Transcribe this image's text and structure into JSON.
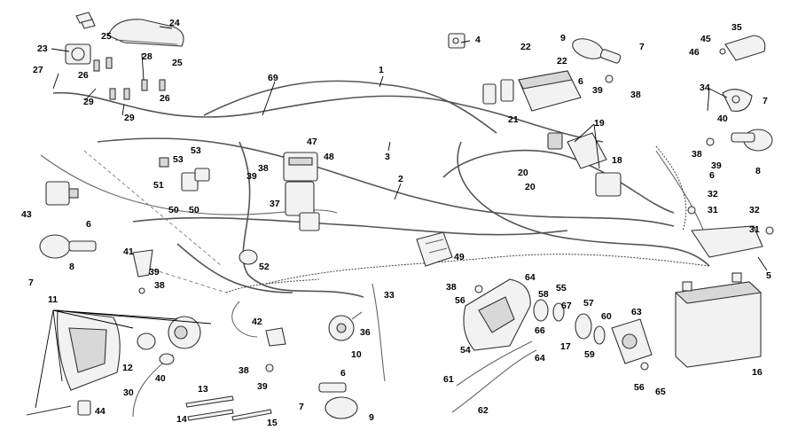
{
  "diagram": {
    "type": "exploded-parts-wiring-diagram",
    "colors": {
      "line": "#333333",
      "wire": "#555555",
      "background": "#ffffff"
    },
    "callouts": [
      {
        "id": "c1",
        "label": "1"
      },
      {
        "id": "c2",
        "label": "2"
      },
      {
        "id": "c3",
        "label": "3"
      },
      {
        "id": "c4",
        "label": "4"
      },
      {
        "id": "c5",
        "label": "5"
      },
      {
        "id": "c6a",
        "label": "6"
      },
      {
        "id": "c6b",
        "label": "6"
      },
      {
        "id": "c6c",
        "label": "6"
      },
      {
        "id": "c6d",
        "label": "6"
      },
      {
        "id": "c7a",
        "label": "7"
      },
      {
        "id": "c7b",
        "label": "7"
      },
      {
        "id": "c7c",
        "label": "7"
      },
      {
        "id": "c7d",
        "label": "7"
      },
      {
        "id": "c8a",
        "label": "8"
      },
      {
        "id": "c8b",
        "label": "8"
      },
      {
        "id": "c9a",
        "label": "9"
      },
      {
        "id": "c9b",
        "label": "9"
      },
      {
        "id": "c10",
        "label": "10"
      },
      {
        "id": "c11",
        "label": "11"
      },
      {
        "id": "c12",
        "label": "12"
      },
      {
        "id": "c13",
        "label": "13"
      },
      {
        "id": "c14",
        "label": "14"
      },
      {
        "id": "c15",
        "label": "15"
      },
      {
        "id": "c16",
        "label": "16"
      },
      {
        "id": "c17",
        "label": "17"
      },
      {
        "id": "c18",
        "label": "18"
      },
      {
        "id": "c19",
        "label": "19"
      },
      {
        "id": "c20a",
        "label": "20"
      },
      {
        "id": "c20b",
        "label": "20"
      },
      {
        "id": "c21",
        "label": "21"
      },
      {
        "id": "c22a",
        "label": "22"
      },
      {
        "id": "c22b",
        "label": "22"
      },
      {
        "id": "c23",
        "label": "23"
      },
      {
        "id": "c24",
        "label": "24"
      },
      {
        "id": "c25a",
        "label": "25"
      },
      {
        "id": "c25b",
        "label": "25"
      },
      {
        "id": "c26a",
        "label": "26"
      },
      {
        "id": "c26b",
        "label": "26"
      },
      {
        "id": "c27",
        "label": "27"
      },
      {
        "id": "c28",
        "label": "28"
      },
      {
        "id": "c29a",
        "label": "29"
      },
      {
        "id": "c29b",
        "label": "29"
      },
      {
        "id": "c30",
        "label": "30"
      },
      {
        "id": "c31a",
        "label": "31"
      },
      {
        "id": "c31b",
        "label": "31"
      },
      {
        "id": "c32a",
        "label": "32"
      },
      {
        "id": "c32b",
        "label": "32"
      },
      {
        "id": "c33",
        "label": "33"
      },
      {
        "id": "c34",
        "label": "34"
      },
      {
        "id": "c35",
        "label": "35"
      },
      {
        "id": "c36",
        "label": "36"
      },
      {
        "id": "c37",
        "label": "37"
      },
      {
        "id": "c38a",
        "label": "38"
      },
      {
        "id": "c38b",
        "label": "38"
      },
      {
        "id": "c38c",
        "label": "38"
      },
      {
        "id": "c38d",
        "label": "38"
      },
      {
        "id": "c38e",
        "label": "38"
      },
      {
        "id": "c38f",
        "label": "38"
      },
      {
        "id": "c39a",
        "label": "39"
      },
      {
        "id": "c39b",
        "label": "39"
      },
      {
        "id": "c39c",
        "label": "39"
      },
      {
        "id": "c39d",
        "label": "39"
      },
      {
        "id": "c39e",
        "label": "39"
      },
      {
        "id": "c40a",
        "label": "40"
      },
      {
        "id": "c40b",
        "label": "40"
      },
      {
        "id": "c41",
        "label": "41"
      },
      {
        "id": "c42",
        "label": "42"
      },
      {
        "id": "c43",
        "label": "43"
      },
      {
        "id": "c44",
        "label": "44"
      },
      {
        "id": "c45",
        "label": "45"
      },
      {
        "id": "c46",
        "label": "46"
      },
      {
        "id": "c47",
        "label": "47"
      },
      {
        "id": "c48",
        "label": "48"
      },
      {
        "id": "c49",
        "label": "49"
      },
      {
        "id": "c50a",
        "label": "50"
      },
      {
        "id": "c50b",
        "label": "50"
      },
      {
        "id": "c51",
        "label": "51"
      },
      {
        "id": "c52",
        "label": "52"
      },
      {
        "id": "c53a",
        "label": "53"
      },
      {
        "id": "c53b",
        "label": "53"
      },
      {
        "id": "c54",
        "label": "54"
      },
      {
        "id": "c55",
        "label": "55"
      },
      {
        "id": "c56a",
        "label": "56"
      },
      {
        "id": "c56b",
        "label": "56"
      },
      {
        "id": "c57",
        "label": "57"
      },
      {
        "id": "c58",
        "label": "58"
      },
      {
        "id": "c59",
        "label": "59"
      },
      {
        "id": "c60",
        "label": "60"
      },
      {
        "id": "c61",
        "label": "61"
      },
      {
        "id": "c62",
        "label": "62"
      },
      {
        "id": "c63",
        "label": "63"
      },
      {
        "id": "c64a",
        "label": "64"
      },
      {
        "id": "c64b",
        "label": "64"
      },
      {
        "id": "c65",
        "label": "65"
      },
      {
        "id": "c66",
        "label": "66"
      },
      {
        "id": "c67",
        "label": "67"
      },
      {
        "id": "c69",
        "label": "69"
      }
    ]
  }
}
